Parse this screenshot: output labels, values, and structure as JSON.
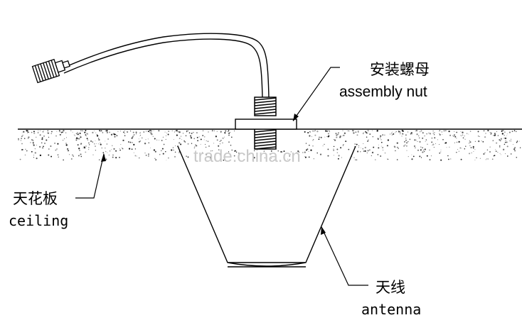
{
  "labels": {
    "nut_cn": "安装螺母",
    "nut_en": "assembly nut",
    "ceiling_cn": "天花板",
    "ceiling_en": "ceiling",
    "antenna_cn": "天线",
    "antenna_en": "antenna"
  },
  "watermark": "trade.china.cn",
  "colors": {
    "line": "#000000",
    "watermark": "#c9c9c9",
    "background": "#ffffff"
  }
}
